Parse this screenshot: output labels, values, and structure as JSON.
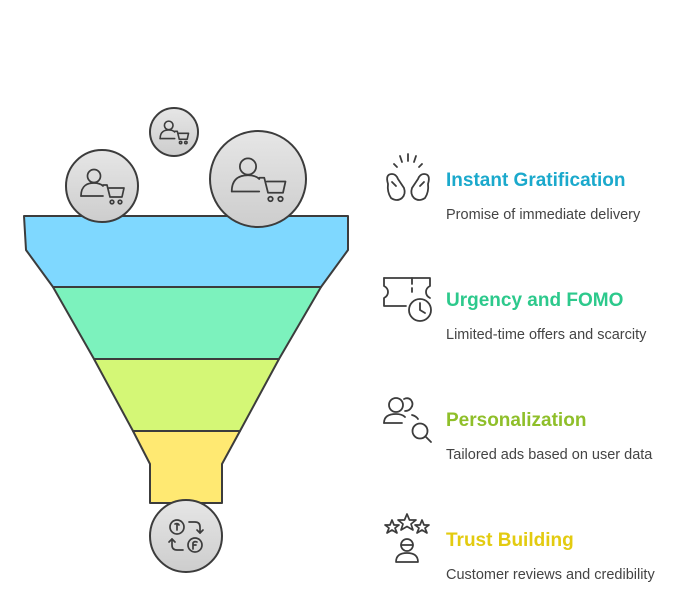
{
  "colors": {
    "outline": "#3c3c3c",
    "funnel_top": "#7fd8ff",
    "funnel_band_2": "#7cf2bd",
    "funnel_band_3": "#d4f776",
    "funnel_bottom": "#ffe972",
    "bubble_fill": "#d9d9d9"
  },
  "funnel_bubbles": [
    {
      "icon": "customer-cart-icon"
    },
    {
      "icon": "customer-cart-icon"
    },
    {
      "icon": "customer-cart-icon"
    }
  ],
  "funnel_output": {
    "icon": "currency-exchange-icon"
  },
  "items": [
    {
      "icon": "hands-celebration-icon",
      "title": "Instant Gratification",
      "description": "Promise of immediate delivery",
      "color": "#1ba9cc"
    },
    {
      "icon": "ticket-clock-icon",
      "title": "Urgency and FOMO",
      "description": "Limited-time offers and scarcity",
      "color": "#2dc98c"
    },
    {
      "icon": "users-search-icon",
      "title": "Personalization",
      "description": "Tailored ads based on user data",
      "color": "#8fbf2a"
    },
    {
      "icon": "stars-person-icon",
      "title": "Trust Building",
      "description": "Customer reviews and credibility",
      "color": "#e3cb10"
    }
  ]
}
